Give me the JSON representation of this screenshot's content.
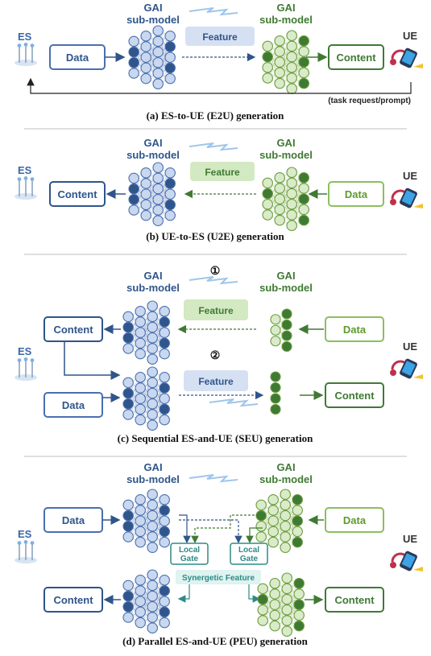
{
  "colors": {
    "blue_dark": "#2f558a",
    "blue_mid": "#4a6fb0",
    "blue_light": "#c9d8ee",
    "blue_feature": "#d6e0f3",
    "green_dark": "#3f7a33",
    "green_mid": "#6a9b3c",
    "green_light": "#d9ebc8",
    "green_feature": "#d3e9c2",
    "teal": "#2e8a85",
    "teal_fill": "#dff3f1",
    "divider": "#bfbfbf"
  },
  "labels": {
    "es": "ES",
    "ue": "UE",
    "gai": "GAI",
    "sub_model": "sub-model",
    "feature": "Feature",
    "data": "Data",
    "content": "Content",
    "task_request": "(task request/prompt)",
    "step_one": "①",
    "step_two": "②",
    "local": "Local",
    "gate": "Gate",
    "synergetic_feature": "Synergetic Feature"
  },
  "captions": {
    "a": "(a) ES-to-UE (E2U) generation",
    "b": "(b) UE-to-ES (U2E) generation",
    "c": "(c) Sequential ES-and-UE (SEU) generation",
    "d": "(d) Parallel ES-and-UE (PEU) generation"
  }
}
